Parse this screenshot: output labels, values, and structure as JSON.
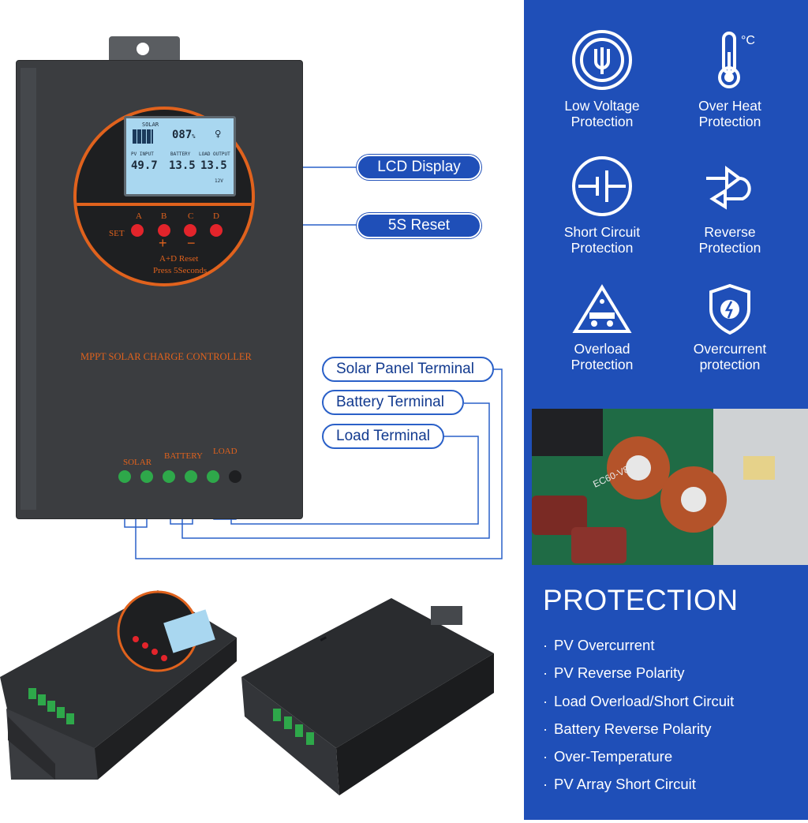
{
  "product": {
    "controller_label": "MPPT SOLAR CHARGE CONTROLLER",
    "lcd": {
      "solar": "SOLAR",
      "pv_input": "PV  INPUT",
      "battery": "BATTERY",
      "load_output": "LOAD OUTPUT",
      "percent": "087",
      "pv_voltage": "49.7",
      "battery_voltage": "13.5",
      "load_voltage": "13.5",
      "system_voltage": "12V"
    },
    "buttons": [
      "A",
      "B",
      "C",
      "D"
    ],
    "set_label": "SET",
    "reset_line1": "A+D Reset",
    "reset_line2": "Press  5Seconds",
    "terminals": [
      "SOLAR",
      "BATTERY",
      "LOAD"
    ]
  },
  "callouts": {
    "lcd_display": "LCD Display",
    "reset": "5S Reset",
    "solar_terminal": "Solar Panel Terminal",
    "battery_terminal": "Battery Terminal",
    "load_terminal": "Load Terminal"
  },
  "features": [
    {
      "line1": "Low Voltage",
      "line2": "Protection",
      "icon": "low-voltage-icon"
    },
    {
      "line1": "Over Heat",
      "line2": "Protection",
      "icon": "thermometer-icon"
    },
    {
      "line1": "Short Circuit",
      "line2": "Protection",
      "icon": "short-circuit-icon"
    },
    {
      "line1": "Reverse",
      "line2": "Protection",
      "icon": "reverse-icon"
    },
    {
      "line1": "Overload",
      "line2": "Protection",
      "icon": "overload-icon"
    },
    {
      "line1": "Overcurrent",
      "line2": "protection",
      "icon": "shield-icon"
    }
  ],
  "temp_unit": "°C",
  "circuit": {
    "board_label": "EC60-V8"
  },
  "protection": {
    "title": "PROTECTION",
    "items": [
      "PV Overcurrent",
      "PV Reverse Polarity",
      "Load Overload/Short Circuit",
      "Battery Reverse Polarity",
      "Over-Temperature",
      "PV Array Short Circuit"
    ],
    "bullet": "·"
  },
  "colors": {
    "blue": "#1f4fb8",
    "orange": "#e0621d",
    "body": "#3b3d40",
    "lcd": "#a9d7f0"
  }
}
